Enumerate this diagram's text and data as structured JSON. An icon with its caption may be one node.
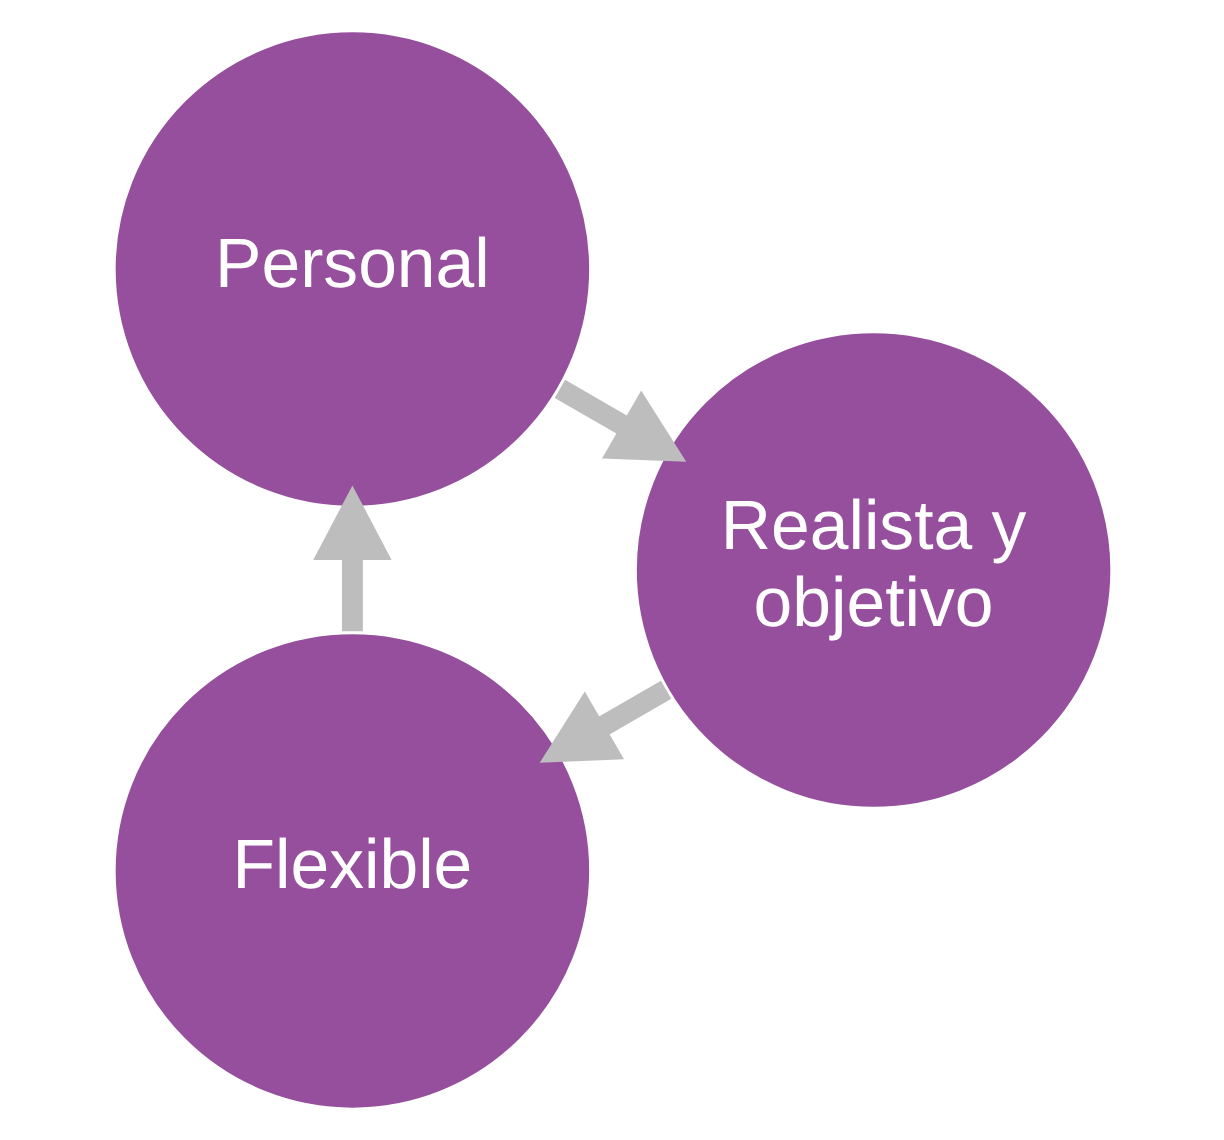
{
  "diagram": {
    "nodes": [
      {
        "text": [
          "Flexible"
        ]
      },
      {
        "text": [
          "Personal"
        ]
      },
      {
        "text": [
          "Realista y objetivo"
        ]
      }
    ],
    "edges": [
      {
        "from": 0,
        "to": 1,
        "arrow": "to"
      },
      {
        "from": 1,
        "to": 2,
        "arrow": "to"
      },
      {
        "from": 2,
        "to": 0,
        "arrow": "to"
      }
    ]
  }
}
